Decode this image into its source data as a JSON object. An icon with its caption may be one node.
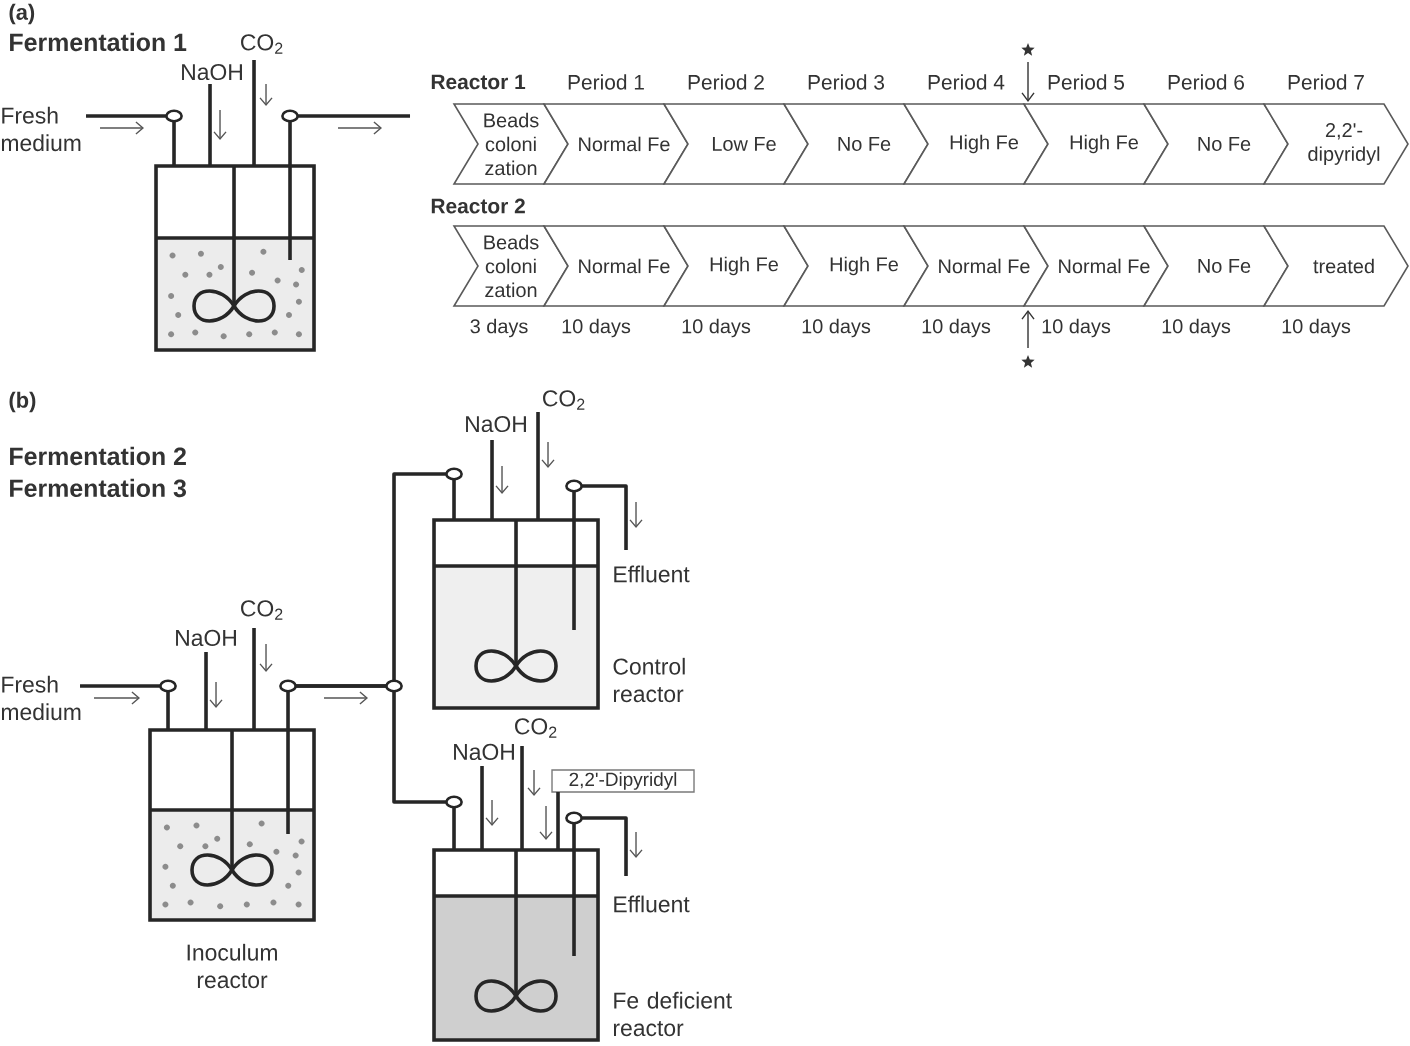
{
  "diagram": {
    "nodes": [
      {
        "text": [],
        "shape": "picture"
      },
      {
        "text": [
          "Beads coloni zation"
        ]
      },
      {
        "text": [
          "Normal Fe"
        ]
      },
      {
        "text": [
          "Low Fe"
        ]
      },
      {
        "text": [
          "No Fe"
        ]
      },
      {
        "text": [
          "High Fe"
        ]
      },
      {
        "text": [
          "High Fe"
        ]
      },
      {
        "text": [
          "No Fe"
        ]
      },
      {
        "text": [
          "2,2'- dipyridyl"
        ]
      },
      {
        "text": [
          "Beads coloni zation"
        ]
      },
      {
        "text": [
          "Normal Fe"
        ]
      },
      {
        "text": [
          "High Fe"
        ]
      },
      {
        "text": [
          "High Fe"
        ]
      },
      {
        "text": [
          "Normal Fe"
        ]
      },
      {
        "text": [
          "Normal Fe"
        ]
      },
      {
        "text": [
          "No Fe"
        ]
      },
      {
        "text": [
          "treated"
        ]
      },
      {
        "text": [
          "Inoculum reactor"
        ]
      },
      {
        "text": [
          "Control reactor"
        ]
      },
      {
        "text": [
          "2,2'-Dipyridyl"
        ]
      },
      {
        "text": [
          "Fe deficient reactor"
        ]
      }
    ],
    "edges": [
      {
        "from": 17,
        "to": 18,
        "arrow": "none"
      },
      {
        "from": 17,
        "to": 20,
        "arrow": "none"
      },
      {
        "from": 19,
        "to": 20,
        "arrow": "none"
      }
    ],
    "labels": [
      "(a)",
      "Fermentation 1",
      "Fresh medium",
      "NaOH",
      "CO$_{2}$",
      "Reactor 1",
      "Period 1",
      "Period 2",
      "Period 3",
      "Period 4",
      "Period 5",
      "Period 6",
      "Period 7",
      "Reactor 2",
      "3 days",
      "10 days",
      "10 days",
      "10 days",
      "10 days",
      "10 days",
      "10 days",
      "10 days",
      "(b)",
      "Fermentation 2",
      "Fermentation 3",
      "Fresh medium",
      "NaOH",
      "CO$_{2}$",
      "NaOH",
      "CO$_{2}$",
      "Effluent",
      "NaOH",
      "CO$_{2}$",
      "Effluent"
    ]
  }
}
